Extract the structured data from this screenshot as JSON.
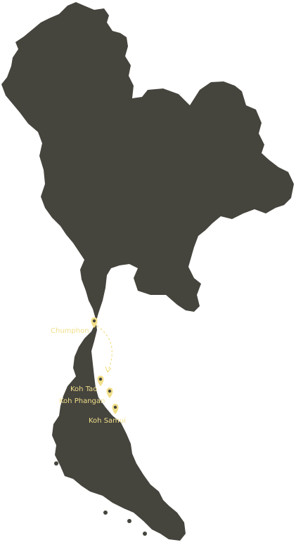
{
  "colors": {
    "land": "#45443d",
    "accent": "#f1df8a",
    "background": "#ffffff"
  },
  "map": {
    "country_shape": "thailand-outline",
    "route_style": "curved-dashed-arrow"
  },
  "locations": [
    {
      "id": "chumphon",
      "label": "Chumphon",
      "icon": "map-pin-icon"
    },
    {
      "id": "koh-tao",
      "label": "Koh Tao",
      "icon": "map-pin-icon"
    },
    {
      "id": "koh-phangan",
      "label": "Koh Phangan",
      "icon": "map-pin-icon"
    },
    {
      "id": "koh-samui",
      "label": "Koh Samui",
      "icon": "map-pin-icon"
    }
  ]
}
